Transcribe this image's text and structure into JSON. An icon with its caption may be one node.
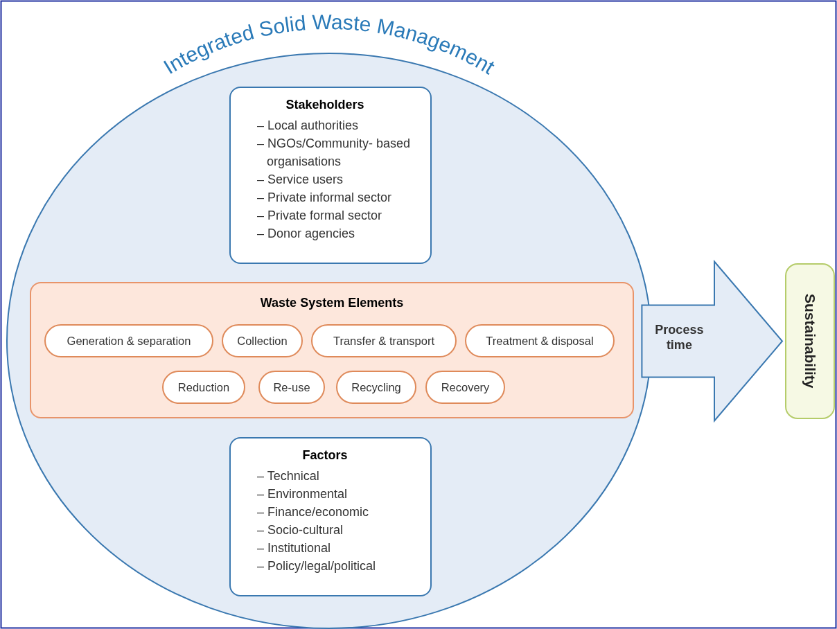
{
  "diagram": {
    "nodes": [
      {
        "text": [
          "Integrated Solid Waste Management"
        ]
      },
      {
        "text": [
          "Stakeholders",
          "– Local authorities",
          "– NGOs/Community- based organisations",
          "– Service users",
          "– Private informal sector",
          "– Private formal sector",
          "– Donor agencies"
        ],
        "in": 0
      },
      {
        "text": [
          "Waste System Elements"
        ],
        "in": 0
      },
      {
        "text": [
          "Generation & separation"
        ],
        "in": 2
      },
      {
        "text": [
          "Collection"
        ],
        "in": 2
      },
      {
        "text": [
          "Transfer & transport"
        ],
        "in": 2
      },
      {
        "text": [
          "Treatment & disposal"
        ],
        "in": 2
      },
      {
        "text": [
          "Reduction"
        ],
        "in": 2
      },
      {
        "text": [
          "Re-use"
        ],
        "in": 2
      },
      {
        "text": [
          "Recycling"
        ],
        "in": 2
      },
      {
        "text": [
          "Recovery"
        ],
        "in": 2
      },
      {
        "text": [
          "Factors",
          "– Technical",
          "– Environmental",
          "– Finance/economic",
          "– Socio-cultural",
          "– Institutional",
          "– Policy/legal/political"
        ],
        "in": 0
      },
      {
        "text": [
          "Sustainability"
        ]
      }
    ],
    "edges": [
      {
        "from": 0,
        "to": 12,
        "arrow": "to",
        "label": "Process time",
        "style": "thick"
      }
    ]
  }
}
